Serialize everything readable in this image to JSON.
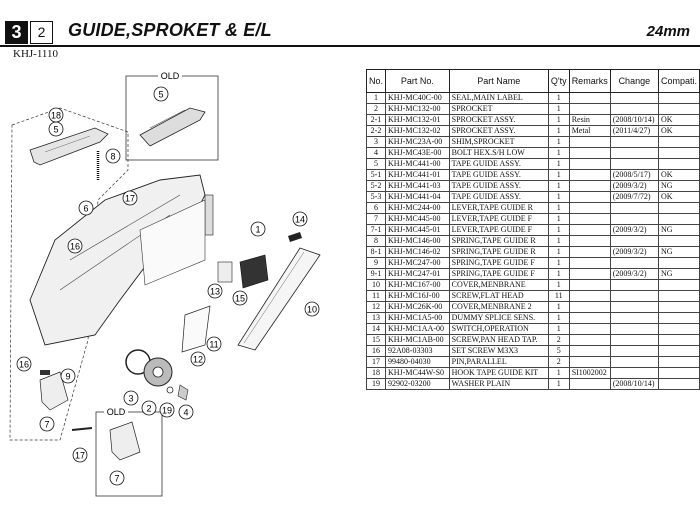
{
  "header": {
    "section_number": "3",
    "page_number": "2",
    "title": "GUIDE,SPROKET & E/L",
    "size_label": "24mm",
    "model": "KHJ-1110"
  },
  "diagram": {
    "old_label_top": "OLD",
    "old_label_bottom": "OLD",
    "callouts": [
      "18",
      "5",
      "5",
      "8",
      "17",
      "6",
      "16",
      "1",
      "14",
      "13",
      "15",
      "10",
      "12",
      "11",
      "16",
      "9",
      "3",
      "2",
      "19",
      "4",
      "7",
      "7",
      "17"
    ]
  },
  "table": {
    "columns": [
      "No.",
      "Part No.",
      "Part Name",
      "Q'ty",
      "Remarks",
      "Change",
      "Compati."
    ],
    "rows": [
      [
        "1",
        "KHJ-MC40C-00",
        "SEAL,MAIN LABEL",
        "1",
        "",
        "",
        ""
      ],
      [
        "2",
        "KHJ-MC132-00",
        "SPROCKET",
        "1",
        "",
        "",
        ""
      ],
      [
        "2-1",
        "KHJ-MC132-01",
        "SPROCKET ASSY.",
        "1",
        "Resin",
        "(2008/10/14)",
        "OK"
      ],
      [
        "2-2",
        "KHJ-MC132-02",
        "SPROCKET ASSY.",
        "1",
        "Metal",
        "(2011/4/27)",
        "OK"
      ],
      [
        "3",
        "KHJ-MC23A-00",
        "SHIM,SPROCKET",
        "1",
        "",
        "",
        ""
      ],
      [
        "4",
        "KHJ-MC43E-00",
        "BOLT HEX.S/H LOW",
        "1",
        "",
        "",
        ""
      ],
      [
        "5",
        "KHJ-MC441-00",
        "TAPE GUIDE ASSY.",
        "1",
        "",
        "",
        ""
      ],
      [
        "5-1",
        "KHJ-MC441-01",
        "TAPE GUIDE ASSY.",
        "1",
        "",
        "(2008/5/17)",
        "OK"
      ],
      [
        "5-2",
        "KHJ-MC441-03",
        "TAPE GUIDE ASSY.",
        "1",
        "",
        "(2009/3/2)",
        "NG"
      ],
      [
        "5-3",
        "KHJ-MC441-04",
        "TAPE GUIDE ASSY.",
        "1",
        "",
        "(2009/7/72)",
        "OK"
      ],
      [
        "6",
        "KHJ-MC244-00",
        "LEVER,TAPE GUIDE R",
        "1",
        "",
        "",
        ""
      ],
      [
        "7",
        "KHJ-MC445-00",
        "LEVER,TAPE GUIDE F",
        "1",
        "",
        "",
        ""
      ],
      [
        "7-1",
        "KHJ-MC445-01",
        "LEVER,TAPE GUIDE F",
        "1",
        "",
        "(2009/3/2)",
        "NG"
      ],
      [
        "8",
        "KHJ-MC146-00",
        "SPRING,TAPE GUIDE R",
        "1",
        "",
        "",
        ""
      ],
      [
        "8-1",
        "KHJ-MC146-02",
        "SPRING,TAPE GUIDE R",
        "1",
        "",
        "(2009/3/2)",
        "NG"
      ],
      [
        "9",
        "KHJ-MC247-00",
        "SPRING,TAPE GUIDE F",
        "1",
        "",
        "",
        ""
      ],
      [
        "9-1",
        "KHJ-MC247-01",
        "SPRING,TAPE GUIDE F",
        "1",
        "",
        "(2009/3/2)",
        "NG"
      ],
      [
        "10",
        "KHJ-MC167-00",
        "COVER,MENBRANE",
        "1",
        "",
        "",
        ""
      ],
      [
        "11",
        "KHJ-MC16J-00",
        "SCREW,FLAT HEAD",
        "11",
        "",
        "",
        ""
      ],
      [
        "12",
        "KHJ-MC26K-00",
        "COVER,MENBRANE 2",
        "1",
        "",
        "",
        ""
      ],
      [
        "13",
        "KHJ-MC1A5-00",
        "DUMMY SPLICE SENS.",
        "1",
        "",
        "",
        ""
      ],
      [
        "14",
        "KHJ-MC1AA-00",
        "SWITCH,OPERATION",
        "1",
        "",
        "",
        ""
      ],
      [
        "15",
        "KHJ-MC1AB-00",
        "SCREW,PAN HEAD TAP.",
        "2",
        "",
        "",
        ""
      ],
      [
        "16",
        "92A08-03303",
        "SET SCREW  M3X3",
        "5",
        "",
        "",
        ""
      ],
      [
        "17",
        "99480-04030",
        "PIN,PARALLEL",
        "2",
        "",
        "",
        ""
      ],
      [
        "18",
        "KHJ-MC44W-S0",
        "HOOK TAPE GUIDE KIT",
        "1",
        "SI1002002",
        "",
        ""
      ],
      [
        "19",
        "92902-03200",
        "WASHER PLAIN",
        "1",
        "",
        "(2008/10/14)",
        ""
      ]
    ]
  }
}
